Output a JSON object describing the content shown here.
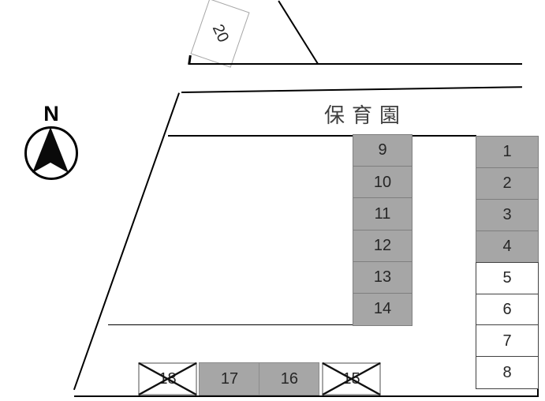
{
  "compass": {
    "label": "N"
  },
  "facility": {
    "label": "保育園"
  },
  "colors": {
    "filled_fill": "#a6a6a6",
    "filled_border": "#7f7f7f",
    "vacant_fill": "#ffffff",
    "vacant_border": "#404040",
    "crossed_border": "#a6a6a6",
    "cross_mark": "#111111",
    "boundary_line": "#000000",
    "number_text": "#262626",
    "facility_text": "#3f3f3f"
  },
  "spaces": {
    "rotated": {
      "label": "20",
      "status": "vacant"
    },
    "middle_column": [
      {
        "label": "9",
        "status": "filled"
      },
      {
        "label": "10",
        "status": "filled"
      },
      {
        "label": "11",
        "status": "filled"
      },
      {
        "label": "12",
        "status": "filled"
      },
      {
        "label": "13",
        "status": "filled"
      },
      {
        "label": "14",
        "status": "filled"
      }
    ],
    "right_column": [
      {
        "label": "1",
        "status": "filled"
      },
      {
        "label": "2",
        "status": "filled"
      },
      {
        "label": "3",
        "status": "filled"
      },
      {
        "label": "4",
        "status": "filled"
      },
      {
        "label": "5",
        "status": "vacant"
      },
      {
        "label": "6",
        "status": "vacant"
      },
      {
        "label": "7",
        "status": "vacant"
      },
      {
        "label": "8",
        "status": "vacant"
      }
    ],
    "bottom_row": [
      {
        "label": "18",
        "status": "crossed-out"
      },
      {
        "label": "17",
        "status": "filled"
      },
      {
        "label": "16",
        "status": "filled"
      },
      {
        "label": "15",
        "status": "crossed-out"
      }
    ]
  }
}
